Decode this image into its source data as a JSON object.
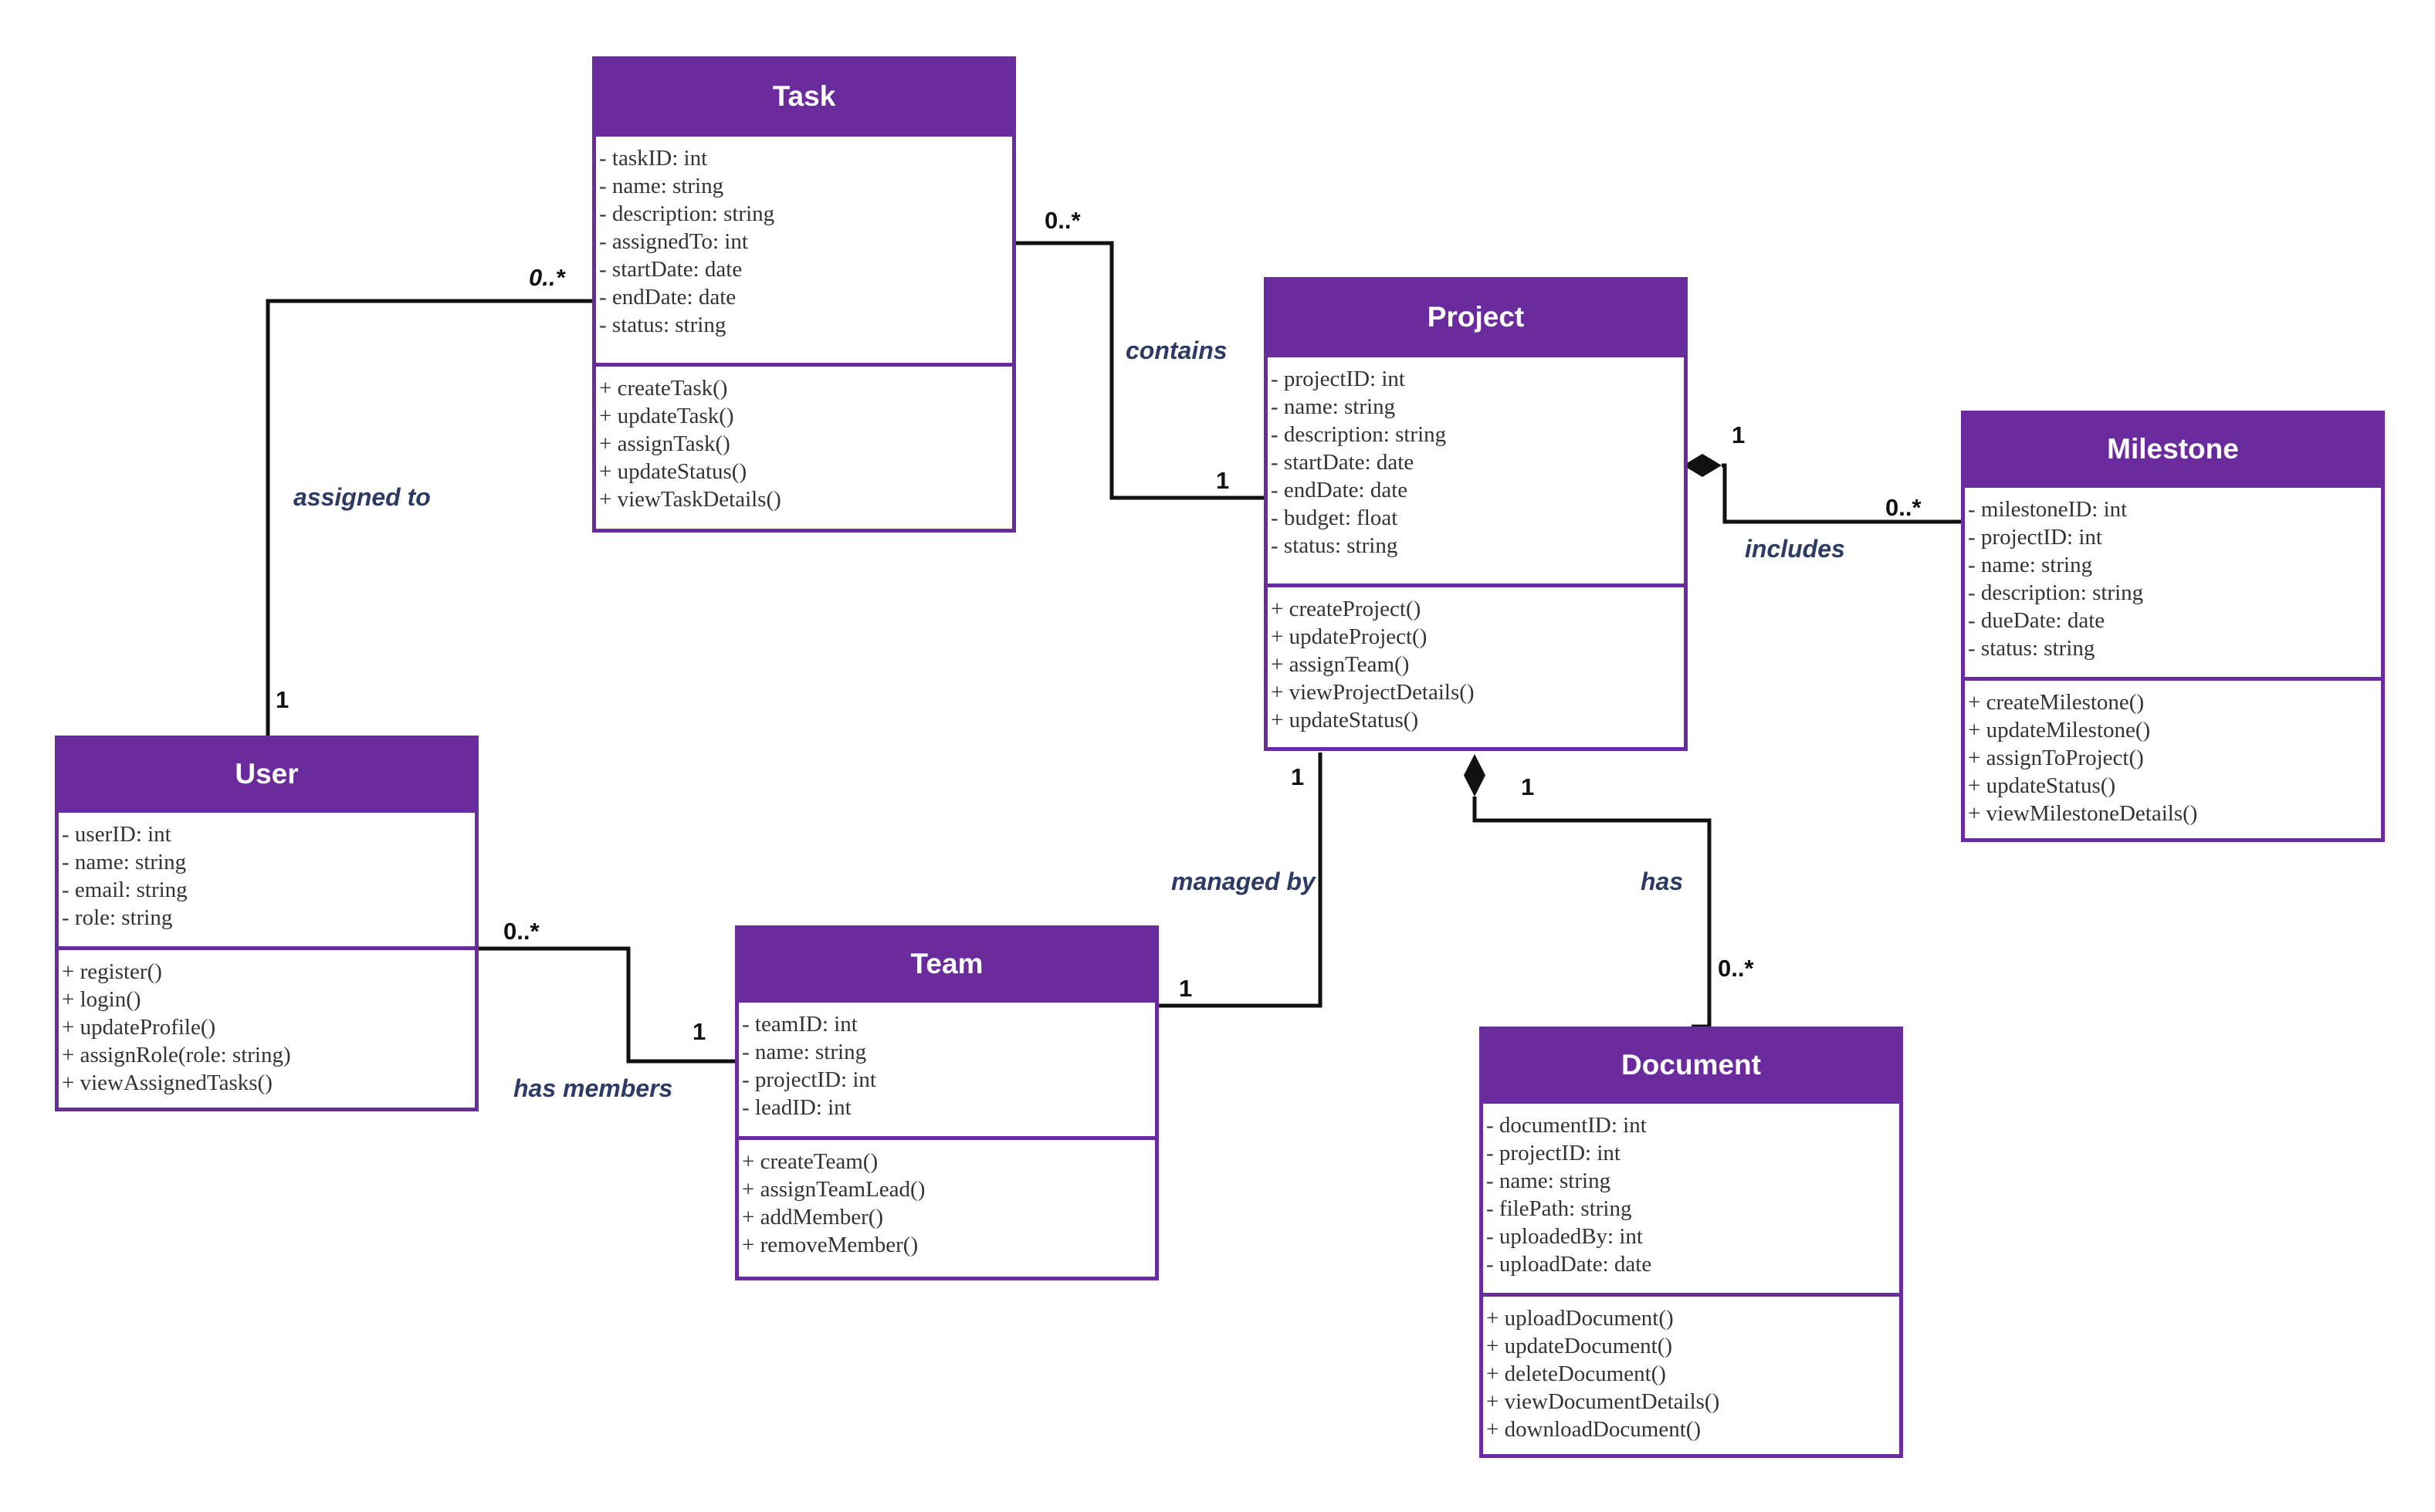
{
  "theme": {
    "primary": "#6a2c9c",
    "label_color": "#2d3a63",
    "line_color": "#111111"
  },
  "classes": {
    "task": {
      "name": "Task",
      "attributes": [
        "- taskID: int",
        "- name: string",
        "- description: string",
        "- assignedTo: int",
        "- startDate: date",
        "- endDate: date",
        "- status: string"
      ],
      "methods": [
        "+ createTask()",
        "+ updateTask()",
        "+ assignTask()",
        "+ updateStatus()",
        "+ viewTaskDetails()"
      ]
    },
    "project": {
      "name": "Project",
      "attributes": [
        "- projectID: int",
        "- name: string",
        "- description: string",
        "- startDate: date",
        "- endDate: date",
        "- budget: float",
        "- status: string"
      ],
      "methods": [
        "+ createProject()",
        "+ updateProject()",
        "+ assignTeam()",
        "+ viewProjectDetails()",
        "+ updateStatus()"
      ]
    },
    "milestone": {
      "name": "Milestone",
      "attributes": [
        "- milestoneID: int",
        "- projectID: int",
        "- name: string",
        "- description: string",
        "- dueDate: date",
        "- status: string"
      ],
      "methods": [
        "+ createMilestone()",
        "+ updateMilestone()",
        "+ assignToProject()",
        "+ updateStatus()",
        "+ viewMilestoneDetails()"
      ]
    },
    "user": {
      "name": "User",
      "attributes": [
        "- userID: int",
        "- name: string",
        "- email: string",
        "- role: string"
      ],
      "methods": [
        "+ register()",
        "+ login()",
        "+ updateProfile()",
        "+ assignRole(role: string)",
        "+ viewAssignedTasks()"
      ]
    },
    "team": {
      "name": "Team",
      "attributes": [
        "- teamID: int",
        "- name: string",
        "- projectID: int",
        "- leadID: int"
      ],
      "methods": [
        "+ createTeam()",
        "+ assignTeamLead()",
        "+ addMember()",
        "+ removeMember()"
      ]
    },
    "document": {
      "name": "Document",
      "attributes": [
        "- documentID: int",
        "- projectID: int",
        "- name: string",
        "- filePath: string",
        "- uploadedBy: int",
        "- uploadDate: date"
      ],
      "methods": [
        "+ uploadDocument()",
        "+ updateDocument()",
        "+ deleteDocument()",
        "+ viewDocumentDetails()",
        "+ downloadDocument()"
      ]
    }
  },
  "relations": {
    "assigned_to": {
      "label": "assigned to",
      "mult_a": "0..*",
      "mult_b": "1"
    },
    "contains": {
      "label": "contains",
      "mult_a": "0..*",
      "mult_b": "1"
    },
    "includes": {
      "label": "includes",
      "mult_a": "1",
      "mult_b": "0..*"
    },
    "has_members": {
      "label": "has members",
      "mult_a": "0..*",
      "mult_b": "1"
    },
    "managed_by": {
      "label": "managed by",
      "mult_a": "1",
      "mult_b": "1"
    },
    "has": {
      "label": "has",
      "mult_a": "1",
      "mult_b": "0..*"
    }
  }
}
